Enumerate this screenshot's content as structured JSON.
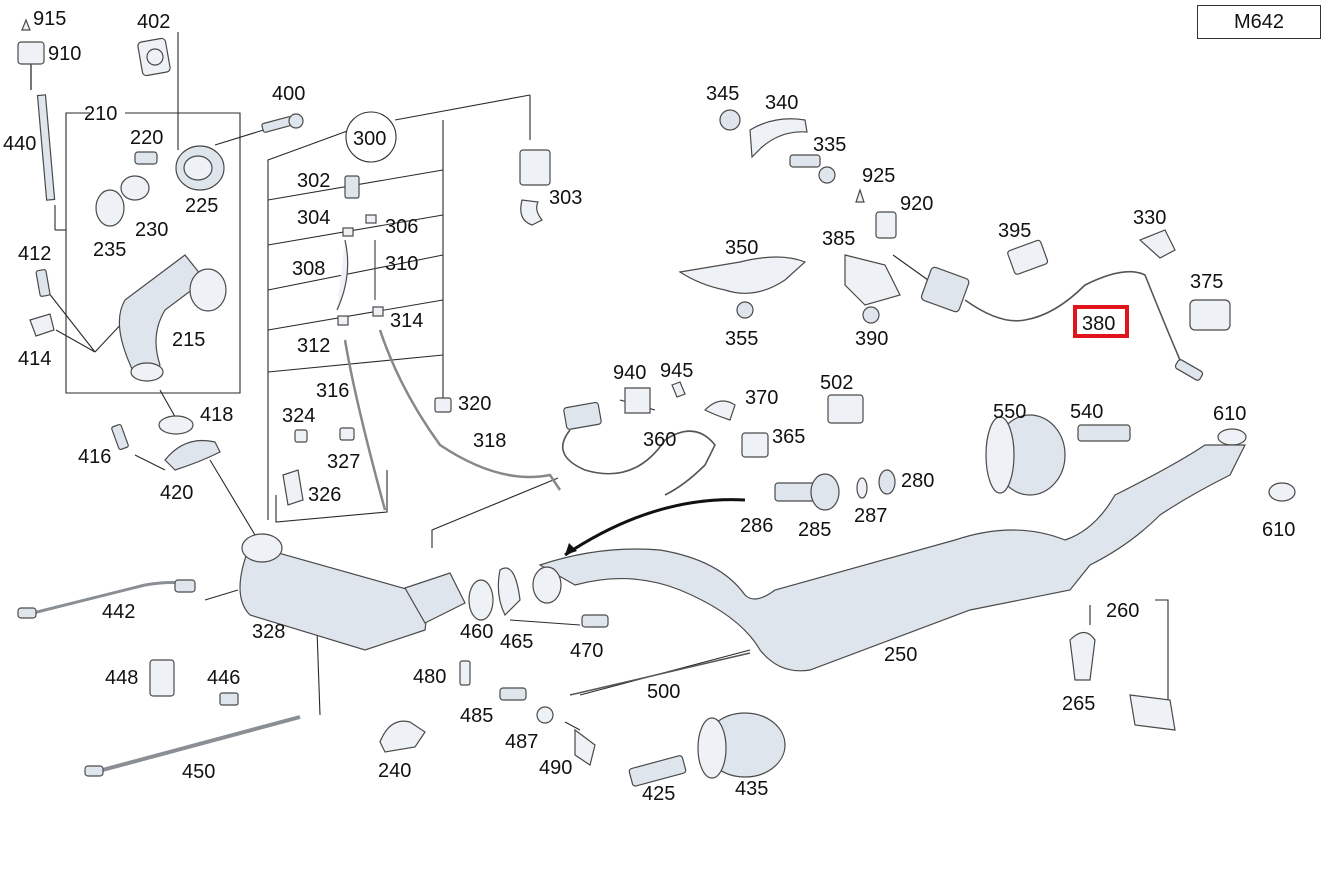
{
  "model_code": "M642",
  "highlighted_part": "380",
  "highlight_color": "#e0141b",
  "part_labels": {
    "p915": "915",
    "p910": "910",
    "p440": "440",
    "p402": "402",
    "p210": "210",
    "p220": "220",
    "p225": "225",
    "p230": "230",
    "p235": "235",
    "p400": "400",
    "p412": "412",
    "p414": "414",
    "p215": "215",
    "p418": "418",
    "p416": "416",
    "p420": "420",
    "p300": "300",
    "p302": "302",
    "p304": "304",
    "p306": "306",
    "p303": "303",
    "p308": "308",
    "p310": "310",
    "p312": "312",
    "p314": "314",
    "p316": "316",
    "p320": "320",
    "p318": "318",
    "p324": "324",
    "p327": "327",
    "p326": "326",
    "p442": "442",
    "p328": "328",
    "p448": "448",
    "p446": "446",
    "p450": "450",
    "p345": "345",
    "p340": "340",
    "p335": "335",
    "p925": "925",
    "p920": "920",
    "p350": "350",
    "p385": "385",
    "p395": "395",
    "p330": "330",
    "p375": "375",
    "p380": "380",
    "p355": "355",
    "p390": "390",
    "p940": "940",
    "p945": "945",
    "p370": "370",
    "p502": "502",
    "p360": "360",
    "p365": "365",
    "p550": "550",
    "p540": "540",
    "p610a": "610",
    "p610b": "610",
    "p280": "280",
    "p286": "286",
    "p285": "285",
    "p287": "287",
    "p460": "460",
    "p465": "465",
    "p470": "470",
    "p480": "480",
    "p485": "485",
    "p487": "487",
    "p490": "490",
    "p500": "500",
    "p250": "250",
    "p260": "260",
    "p265": "265",
    "p240": "240",
    "p425": "425",
    "p435": "435"
  }
}
